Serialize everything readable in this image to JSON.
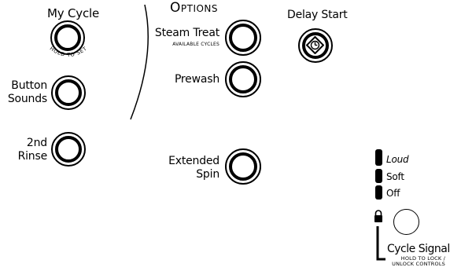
{
  "options_title": "Options",
  "my_cycle": {
    "label": "My Cycle",
    "hint": "HOLD TO SET"
  },
  "button_sounds": {
    "label_line1": "Button",
    "label_line2": "Sounds"
  },
  "second_rinse": {
    "label_line1": "2nd",
    "label_line2": "Rinse"
  },
  "steam_treat": {
    "label": "Steam Treat",
    "sub": "AVAILABLE CYCLES"
  },
  "prewash": {
    "label": "Prewash"
  },
  "extended_spin": {
    "label_line1": "Extended",
    "label_line2": "Spin"
  },
  "delay_start": {
    "label": "Delay Start"
  },
  "cycle_signal": {
    "levels": [
      "Loud",
      "Soft",
      "Off"
    ],
    "label": "Cycle Signal",
    "hint_line1": "HOLD TO LOCK /",
    "hint_line2": "UNLOCK CONTROLS"
  }
}
